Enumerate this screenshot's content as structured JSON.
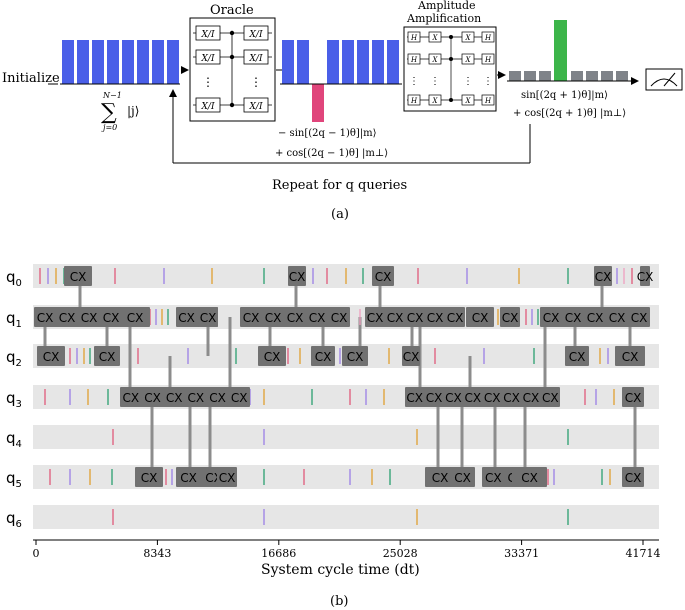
{
  "panel_a": {
    "initialize_label": "Initialize",
    "sum_formula": {
      "top": "N−1",
      "sigma": "∑",
      "bottom": "j=0",
      "ket": "|j⟩"
    },
    "oracle_title": "Oracle",
    "oracle_gate": "X/I",
    "oracle_dots": "⋮",
    "oracle_state": [
      "− sin[(2q − 1)θ]|m⟩",
      "+ cos[(2q − 1)θ] |m⊥⟩"
    ],
    "amp_title": [
      "Amplitude",
      "Amplification"
    ],
    "amp_gates": {
      "h": "H",
      "x": "X"
    },
    "amp_state": [
      "sin[(2q + 1)θ]|m⟩",
      "+ cos[(2q + 1)θ] |m⊥⟩"
    ],
    "repeat_label": "Repeat for q queries",
    "caption": "(a)",
    "colors": {
      "bar": "#4a5fe8",
      "marked_negative": "#e0457b",
      "marked_amplified": "#3cb54a",
      "gray_bar": "#7f8389"
    }
  },
  "panel_b": {
    "qubits": [
      "q0",
      "q1",
      "q2",
      "q3",
      "q4",
      "q5",
      "q6"
    ],
    "cx_label": "CX",
    "x_ticks": [
      "0",
      "8343",
      "16686",
      "25028",
      "33371",
      "41714"
    ],
    "x_label": "System cycle time (dt)",
    "caption": "(b)",
    "colors": {
      "lane": "#e6e6e6",
      "gate_box": "#717171",
      "connector": "#8c8c8c"
    }
  }
}
